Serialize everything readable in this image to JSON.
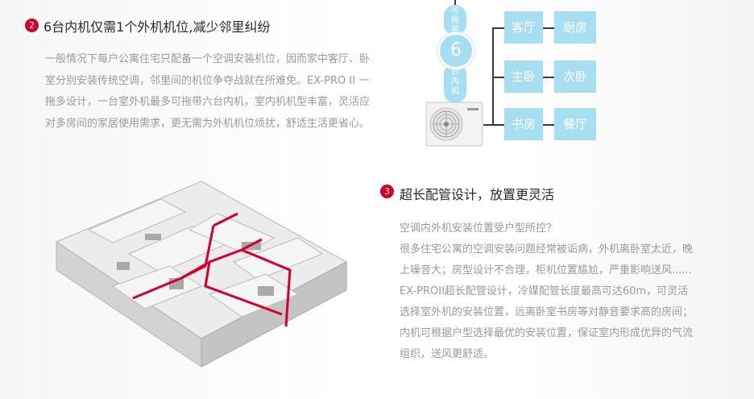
{
  "section2": {
    "number": "2",
    "title": "6台内机仅需1个外机机位,减少邻里纠纷",
    "paragraph_lines": [
      "一般情况下每户公寓住宅只配备一个空调安装机位，因而家中客厅、卧",
      "室分别安装传统空调，邻里间的机位争夺战就在所难免。EX-PRO II 一",
      "拖多设计，一台室外机最多可拖带六台内机，室内机机型丰富，灵活应",
      "对多房间的家居使用需求，更无需为外机机位烦扰，舒适生活更省心。"
    ]
  },
  "diagram": {
    "top_label_chars": [
      "可",
      "拖",
      "带"
    ],
    "count": "6",
    "bottom_label_chars": [
      "台",
      "内",
      "机"
    ],
    "rooms": [
      "客厅",
      "厨房",
      "主卧",
      "次卧",
      "书房",
      "餐厅"
    ],
    "colors": {
      "box": "#a6def2",
      "line": "#3a3a3a"
    }
  },
  "section3": {
    "number": "3",
    "title": "超长配管设计，放置更灵活",
    "paragraph_lines": [
      "空调内外机安装位置受户型所控？",
      "很多住宅公寓的空调安装问题经常被诟病，外机离卧室太近，晚",
      "上噪音大；房型设计不合理，柜机位置尴尬，严重影响送风......",
      "EX-PROII超长配管设计，冷媒配管长度最高可达60m，可灵活",
      "选择室外机的安装位置，远离卧室书房等对静音要求高的房间；",
      "内机可根据户型选择最优的安装位置，保证室内形成优异的气流",
      "组织，送风更舒适。"
    ]
  },
  "accent_color": "#d4002a"
}
